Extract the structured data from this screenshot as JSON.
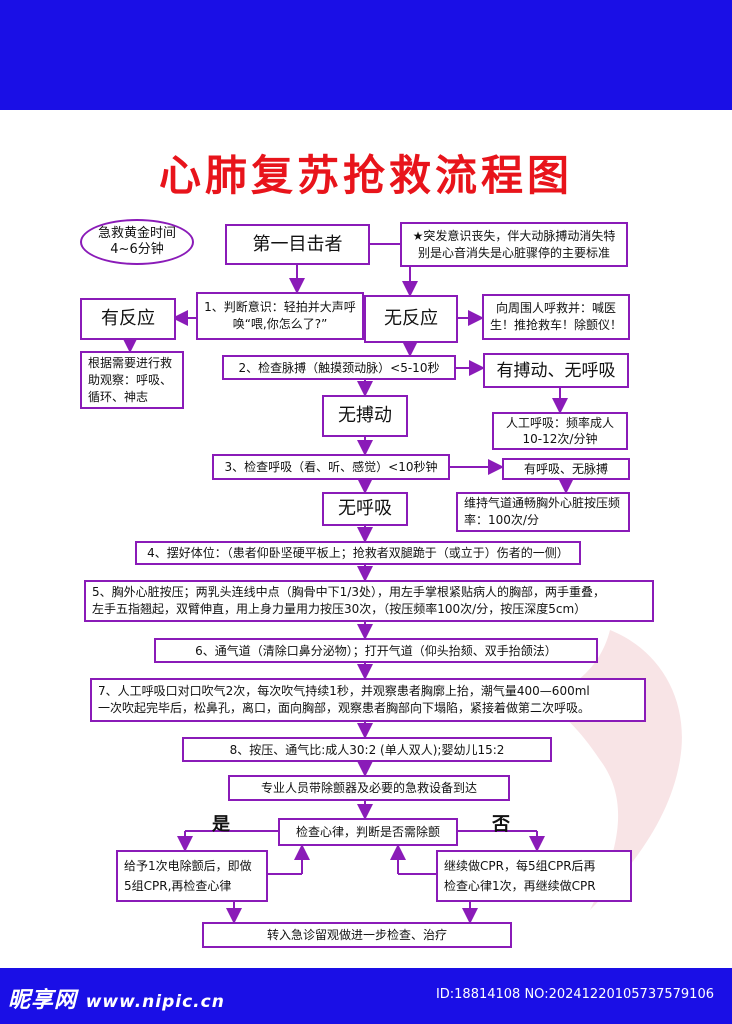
{
  "title": "心肺复苏抢救流程图",
  "golden_time": "急救黄金时间4~6分钟",
  "first_witness": "第一目击者",
  "note_standard": "★突发意识丧失，伴大动脉搏动消失特别是心音消失是心脏骤停的主要标准",
  "responsive": "有反应",
  "step1": "1、判断意识：轻拍并大声呼唤“喂,你怎么了?”",
  "unresponsive": "无反应",
  "call_help": "向周围人呼救并：喊医生！推抢救车！除颤仪！",
  "observe": "根据需要进行救助观察：呼吸、循环、神志",
  "step2": "2、检查脉搏（触摸颈动脉）<5-10秒",
  "pulse_no_breath": "有搏动、无呼吸",
  "no_pulse": "无搏动",
  "rescue_breath": "人工呼吸：频率成人10-12次/分钟",
  "step3": "3、检查呼吸（看、听、感觉）<10秒钟",
  "breath_no_pulse": "有呼吸、无脉搏",
  "no_breath": "无呼吸",
  "keep_airway": "维持气道通畅胸外心脏按压频率：100次/分",
  "step4": "4、摆好体位：（患者仰卧坚硬平板上；抢救者双腿跪于（或立于）伤者的一侧）",
  "step5_line1": "5、胸外心脏按压；两乳头连线中点（胸骨中下1/3处），用左手掌根紧贴病人的胸部，两手重叠，",
  "step5_line2": "左手五指翘起，双臂伸直，用上身力量用力按压30次，（按压频率100次/分，按压深度5cm）",
  "step6": "6、通气道（清除口鼻分泌物）；打开气道（仰头抬颏、双手抬颌法）",
  "step7_line1": "7、人工呼吸口对口吹气2次，每次吹气持续1秒，并观察患者胸廓上抬，潮气量400—600ml",
  "step7_line2": "一次吹起完毕后，松鼻孔，离口，面向胸部，观察患者胸部向下塌陷，紧接着做第二次呼吸。",
  "step8": "8、按压、通气比:成人30:2 (单人双人);婴幼儿15:2",
  "professional": "专业人员带除颤器及必要的急救设备到达",
  "yes_label": "是",
  "no_label": "否",
  "check_rhythm": "检查心律，判断是否需除颤",
  "defib_line1": "给予1次电除颤后，即做",
  "defib_line2": "5组CPR,再检查心律",
  "continue_line1": "继续做CPR，每5组CPR后再",
  "continue_line2": "检查心律1次，再继续做CPR",
  "transfer": "转入急诊留观做进一步检查、治疗",
  "logo_text": "昵享网",
  "logo_url": "www.nipic.cn",
  "image_id": "ID:18814108 NO:20241220105737579106",
  "colors": {
    "accent": "#1a0fe6",
    "title": "#e8141b",
    "border": "#8a1bb8"
  }
}
